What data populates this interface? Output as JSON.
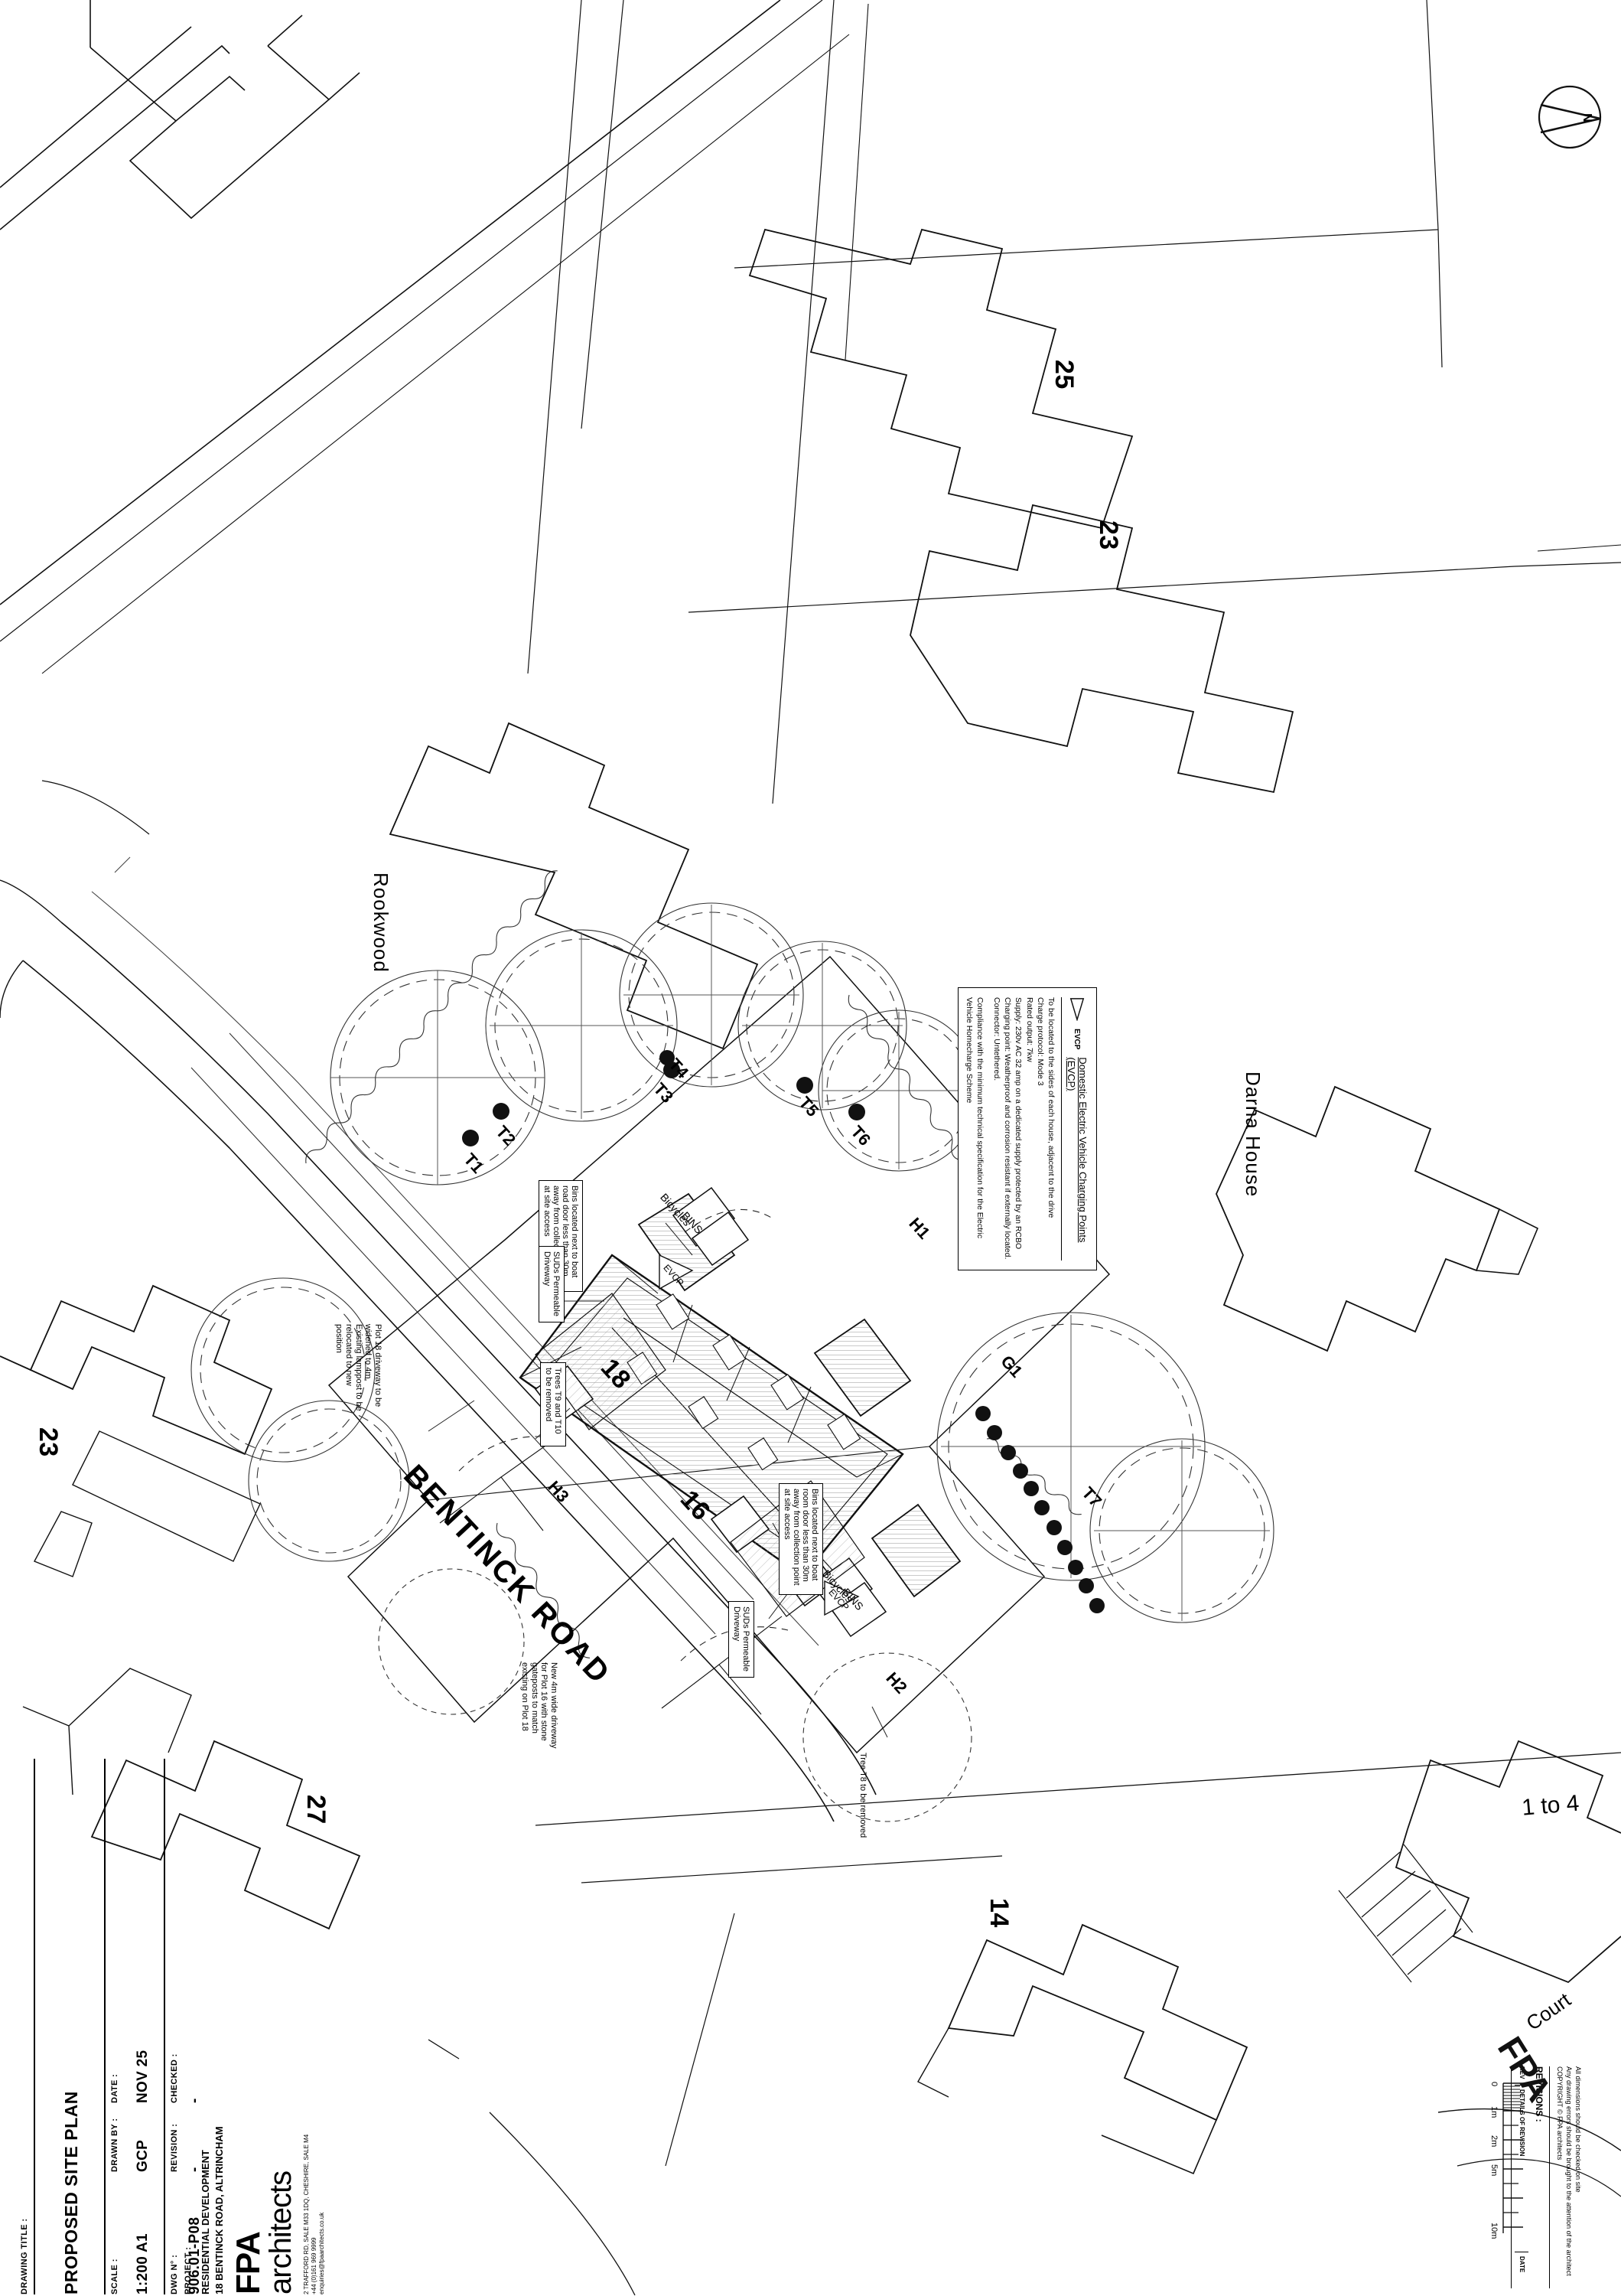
{
  "sheet": {
    "north_arrow_label": "N"
  },
  "site": {
    "street_name": "BENTINCK ROAD",
    "neighbours": [
      {
        "label": "25"
      },
      {
        "label": "23"
      },
      {
        "label": "23"
      },
      {
        "label": "27"
      },
      {
        "label": "14"
      },
      {
        "label": "1 to 4"
      },
      {
        "label": "Rookwood"
      },
      {
        "label": "Darna House"
      },
      {
        "label": "Court"
      }
    ],
    "plots": [
      {
        "label": "18"
      },
      {
        "label": "16"
      }
    ],
    "tree_tags": [
      {
        "label": "T1"
      },
      {
        "label": "T2"
      },
      {
        "label": "T3"
      },
      {
        "label": "T4"
      },
      {
        "label": "T5"
      },
      {
        "label": "T6"
      },
      {
        "label": "T7"
      },
      {
        "label": "G1"
      },
      {
        "label": "H1"
      },
      {
        "label": "H2"
      },
      {
        "label": "H3"
      }
    ],
    "building_callouts": [
      {
        "label": "BINS"
      },
      {
        "label": "Bicycles"
      },
      {
        "label": "EVCP"
      },
      {
        "label": "EVCP"
      }
    ]
  },
  "annotations": {
    "bins": "Bins located next to boat road door less than 30m away from collection point at site access",
    "bins2": "Bins located next to boat room door less than 30m away from collection point at site access",
    "sud1": "SUDs Permeable Driveway",
    "sud2": "SUDs Permeable Driveway",
    "trees_removed_1": "Trees T9 and T10 to be removed",
    "tree_removed_2": "Tree T8 to be removed",
    "plot18_driveway": "Plot 18 driveway to be widened to 4m. Existing lamppost to be relocated to new position",
    "plot16_driveway": "New 4m wide driveway for Plot 16 with stone gateposts to match existing on Plot 18"
  },
  "evcp_note": {
    "symbol_label": "EVCP",
    "title": "Domestic Electric Vehicle Charging Points (EVCP)",
    "lines": [
      "To be located to the sides of each house, adjacent to the drive",
      "Charge protocol: Mode 3",
      "Rated output: 7kw",
      "Supply: 230v AC 32 amp on a dedicated supply protected by an RCBO",
      "Charging point: Weatherproof and corrosion resistant if externally located.",
      "Connector: Untethered."
    ],
    "compliance": "Compliance with the minimum technical specification for the Electric Vehicle Homecharge Scheme"
  },
  "title_block": {
    "drawing_title_label": "DRAWING TITLE :",
    "drawing_title": "PROPOSED SITE PLAN",
    "project_label": "PROJECT :",
    "project_lines": [
      "RESIDENTIAL DEVELOPMENT",
      "18 BENTINCK ROAD, ALTRINCHAM"
    ],
    "scale_label": "SCALE :",
    "scale_value": "1:200 A1",
    "drawn_by_label": "DRAWN BY :",
    "drawn_by_value": "GCP",
    "date_label": "DATE :",
    "date_value": "NOV 25",
    "dwg_no_label": "DWG N° :",
    "dwg_no_value": "906.01-P08",
    "revision_label": "REVISION :",
    "revision_value": "-",
    "checked_label": "CHECKED :",
    "checked_value": "-",
    "logo_primary": "FPA",
    "logo_secondary": "architects",
    "contact_lines": [
      "2 TRAFFORD RD, SALE M33 1DQ, CHESHIRE, SALE M4",
      "+44 (0)161 969 9999",
      "enquiries@fpaarchitects.co.uk"
    ]
  },
  "notes_block": {
    "lines": [
      "All dimensions should be checked on site",
      "Any drawing errors should be brought to the attention of the architect",
      "COPYRIGHT © FPA architects"
    ],
    "revisions_label": "REVISIONS :",
    "revisions_header": [
      "REV",
      "DETAILS OF REVISION",
      "DATE"
    ]
  },
  "scale_bar": {
    "ticks": [
      "0",
      "1m",
      "2m",
      "5m",
      "10m"
    ]
  }
}
